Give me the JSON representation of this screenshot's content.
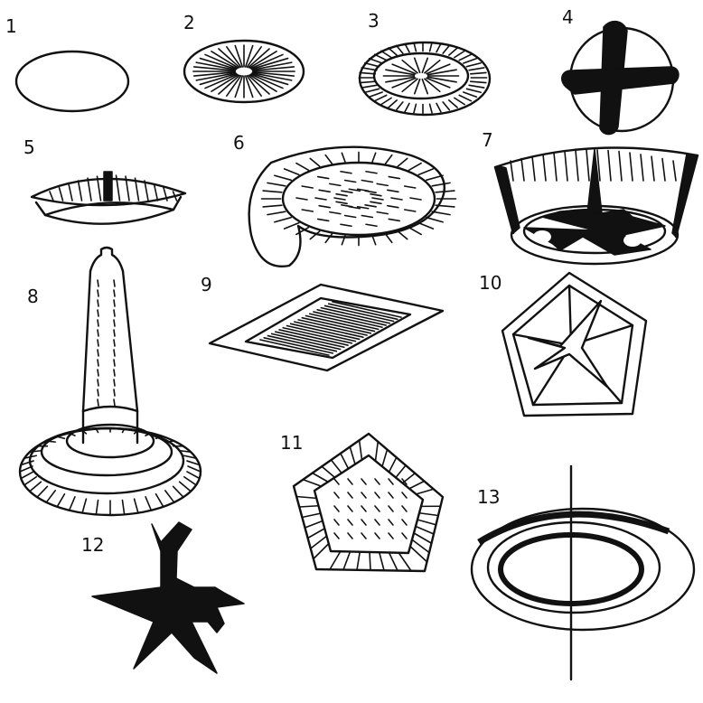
{
  "figure_labels": {
    "f1": "1",
    "f2": "2",
    "f3": "3",
    "f4": "4",
    "f5": "5",
    "f6": "6",
    "f7": "7",
    "f8": "8",
    "f9": "9",
    "f10": "10",
    "f11": "11",
    "f12": "12",
    "f13": "13"
  }
}
